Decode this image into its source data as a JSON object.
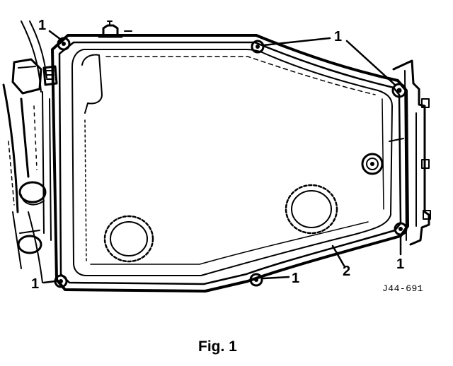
{
  "figure": {
    "caption": "Fig. 1",
    "drawing_code": "J44-691",
    "callouts": {
      "bolt": "1",
      "pan": "2"
    }
  }
}
